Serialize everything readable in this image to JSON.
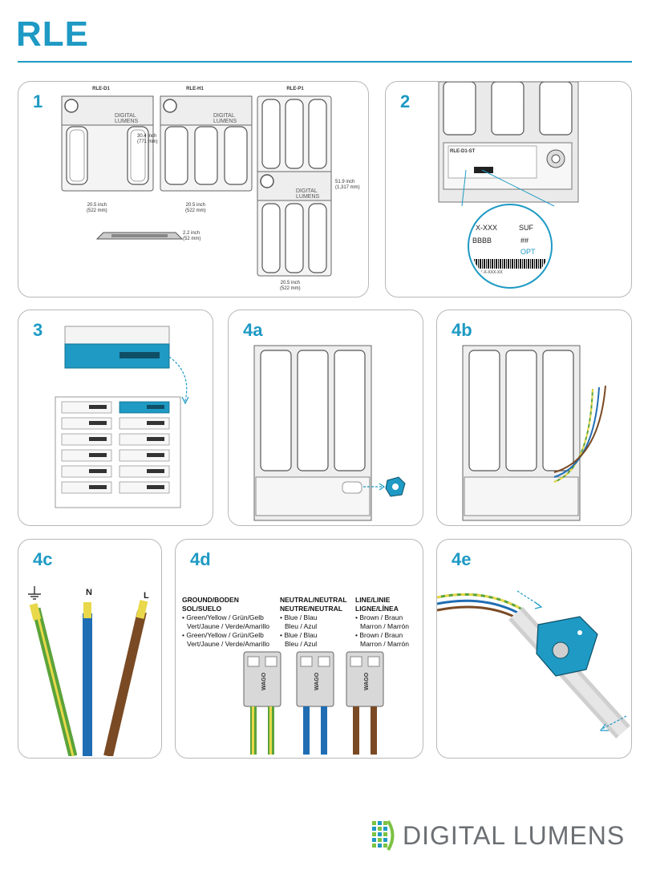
{
  "header": {
    "title": "RLE"
  },
  "panels": {
    "p1": {
      "number": "1",
      "models": [
        "RLE-D1",
        "RLE-H1",
        "RLE-P1"
      ],
      "brand_small": "DIGITAL LUMENS",
      "dim_height_d1": "30.4 inch",
      "dim_height_d1_mm": "(771 mm)",
      "dim_width_1": "20.5 inch",
      "dim_width_1_mm": "(522 mm)",
      "dim_width_2": "20.5 inch",
      "dim_width_2_mm": "(522 mm)",
      "dim_depth": "2.2 inch",
      "dim_depth_mm": "(52 mm)",
      "dim_height_p1": "51.9 inch",
      "dim_height_p1_mm": "(1,317 mm)",
      "dim_width_3": "20.5 inch",
      "dim_width_3_mm": "(522 mm)"
    },
    "p2": {
      "number": "2",
      "label_model": "RLE-D1-ST",
      "zoom_code": "X-XXX",
      "zoom_suf": "SUF",
      "zoom_bbbb": "BBBB",
      "zoom_hash": "##",
      "zoom_opt": "OPT",
      "zoom_bottom": "XX-X-XXX-XX"
    },
    "p3": {
      "number": "3"
    },
    "p4a": {
      "number": "4a"
    },
    "p4b": {
      "number": "4b"
    },
    "p4c": {
      "number": "4c",
      "wire_labels": [
        "N",
        "L"
      ]
    },
    "p4d": {
      "number": "4d",
      "col1_head1": "GROUND/BODEN",
      "col1_head2": "SOL/SUELO",
      "col1_b1a": "• Green/Yellow / Grün/Gelb",
      "col1_b1b": "Vert/Jaune / Verde/Amarillo",
      "col1_b2a": "• Green/Yellow / Grün/Gelb",
      "col1_b2b": "Vert/Jaune / Verde/Amarillo",
      "col2_head1": "NEUTRAL/NEUTRAL",
      "col2_head2": "NEUTRE/NEUTRAL",
      "col2_b1a": "• Blue / Blau",
      "col2_b1b": "Bleu / Azul",
      "col2_b2a": "• Blue / Blau",
      "col2_b2b": "Bleu / Azul",
      "col3_head1": "LINE/LINIE",
      "col3_head2": "LIGNE/LÍNEA",
      "col3_b1a": "• Brown / Braun",
      "col3_b1b": "Marron / Marrón",
      "col3_b2a": "• Brown / Braun",
      "col3_b2b": "Marron / Marrón",
      "connector_brand": "WAGO"
    },
    "p4e": {
      "number": "4e"
    }
  },
  "footer": {
    "brand": "DIGITAL LUMENS"
  },
  "colors": {
    "accent": "#1e9ac4",
    "green": "#5aa33a",
    "yellow": "#e8d84a",
    "blue": "#1f6db3",
    "brown": "#7a4a24"
  }
}
